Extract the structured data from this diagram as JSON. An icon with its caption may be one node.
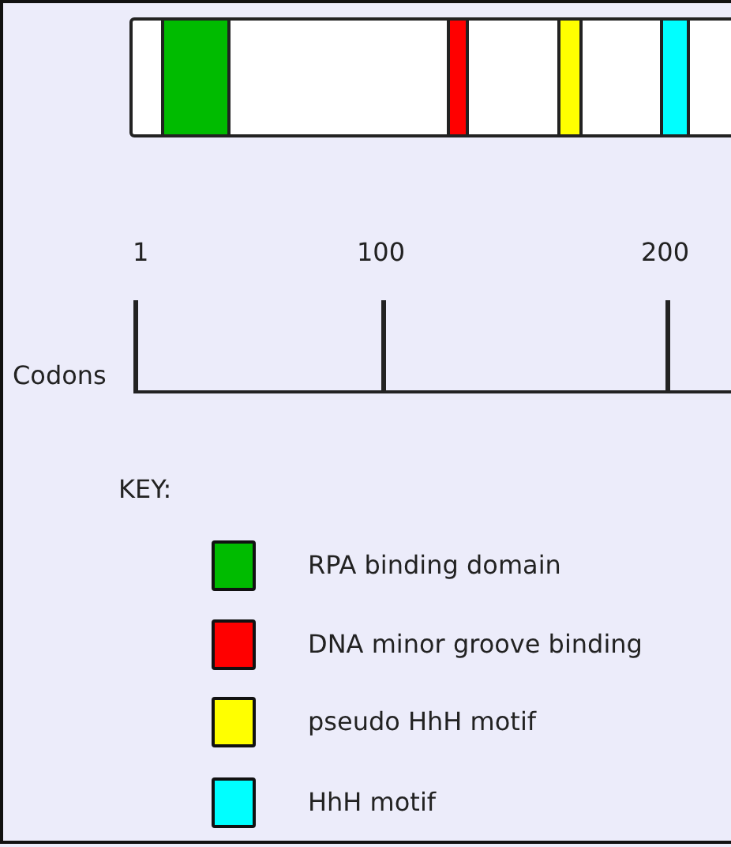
{
  "diagram": {
    "labels": [
      "1",
      "100",
      "200",
      "Codons",
      "KEY:"
    ],
    "legend": [
      {
        "text": "RPA binding domain",
        "color": "#00bb00"
      },
      {
        "text": "DNA minor groove binding",
        "color": "#ff0000"
      },
      {
        "text": "pseudo HhH  motif",
        "color": "#ffff00"
      },
      {
        "text": "HhH motif",
        "color": "#00ffff"
      }
    ]
  }
}
